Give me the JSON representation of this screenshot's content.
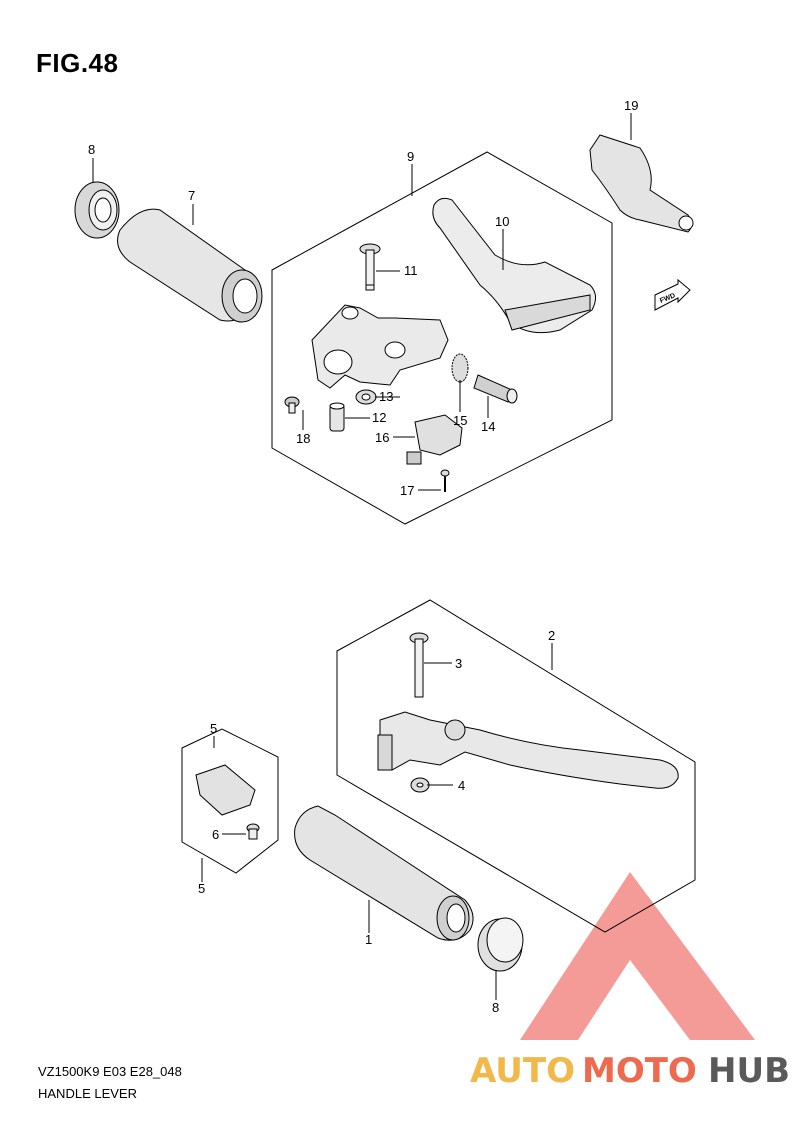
{
  "figure": {
    "title": "FIG.48",
    "code": "VZ1500K9 E03 E28_048",
    "name": "HANDLE LEVER"
  },
  "direction_tag": "FWD",
  "callouts": [
    "1",
    "2",
    "3",
    "4",
    "5",
    "6",
    "7",
    "8",
    "9",
    "10",
    "11",
    "12",
    "13",
    "14",
    "15",
    "16",
    "17",
    "18",
    "19",
    "8"
  ],
  "watermark": {
    "part1": "AUTO",
    "part2": "MOTO",
    "part3": "HUB",
    "colors": {
      "auto": "#f2b84a",
      "moto": "#ee6a4e",
      "hub": "#5a5a5a",
      "triangle": "#f28a86"
    }
  }
}
